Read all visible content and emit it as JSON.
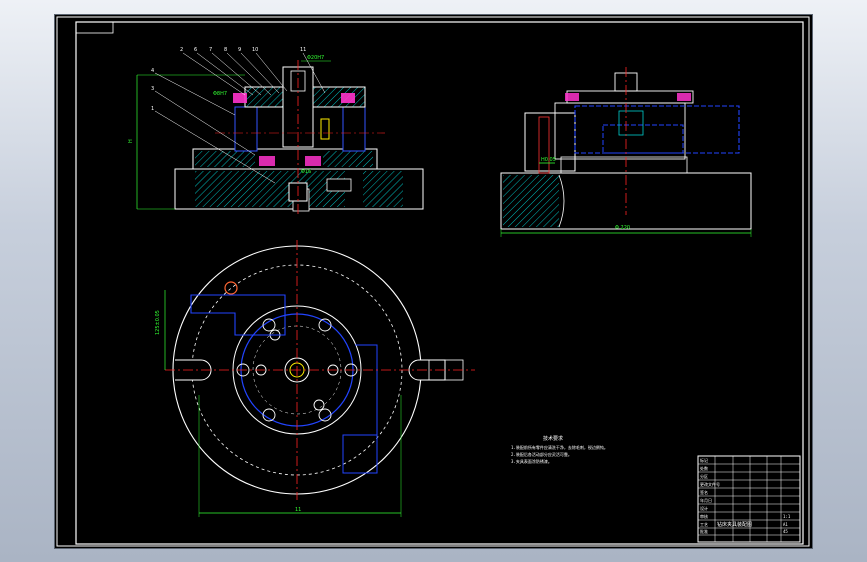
{
  "drawing": {
    "leaders_top": [
      "2",
      "6",
      "7",
      "8",
      "9",
      "10",
      "11"
    ],
    "leaders_left": [
      "4",
      "3",
      "1"
    ],
    "dims": {
      "height_left": "H",
      "center_fit": "Φ20H7",
      "pin_fit": "Φ8H7",
      "bush_fit": "Φ16",
      "side_width": "Φ 220",
      "plan_height": "125±0.05",
      "plan_width": "11",
      "side_small": "H0.05"
    },
    "tech_requirements": {
      "title": "技术要求",
      "lines": [
        "1.装配前所有零件应清洗干净，去除毛刺，锐边倒钝。",
        "2.装配后各活动部分应灵活可靠。",
        "3.夹具表面涂防锈漆。"
      ]
    },
    "title_block": {
      "drawing_name": "钻床夹具装配图",
      "scale": "1:1",
      "sheet": "A1",
      "material": "45",
      "rows": [
        "标记",
        "处数",
        "分区",
        "更改文件号",
        "签名",
        "年月日",
        "设计",
        "审核",
        "工艺",
        "批准"
      ]
    }
  }
}
